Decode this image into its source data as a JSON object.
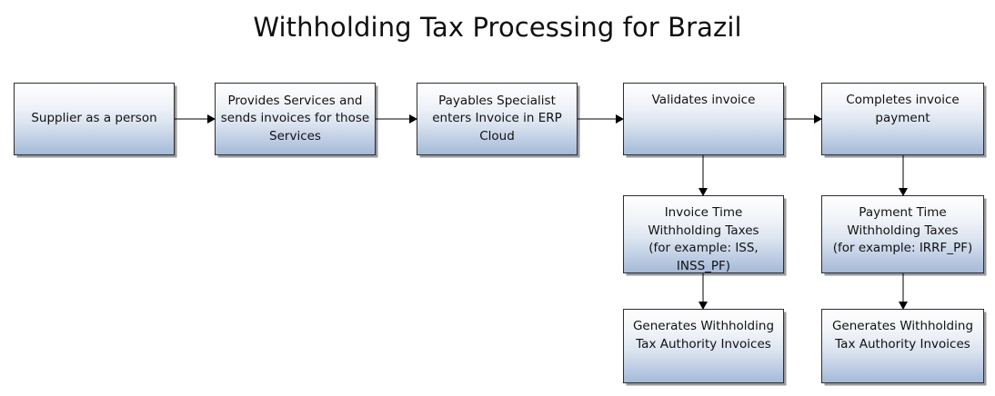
{
  "title": "Withholding Tax Processing for Brazil",
  "nodes": {
    "supplier": "Supplier as a person",
    "provides_services": "Provides Services and sends invoices for those Services",
    "payables_specialist": "Payables Specialist enters Invoice in ERP Cloud",
    "validates_invoice": "Validates invoice",
    "completes_payment": "Completes invoice payment",
    "invoice_time_taxes": "Invoice Time Withholding Taxes\n(for example: ISS, INSS_PF)",
    "payment_time_taxes": "Payment Time Withholding Taxes\n(for example: IRRF_PF)",
    "generates_invoices_left": "Generates Withholding Tax Authority Invoices",
    "generates_invoices_right": "Generates Withholding Tax Authority Invoices"
  },
  "colors": {
    "node_border": "#2e2e2e",
    "node_gradient_top": "#fdfdfe",
    "node_gradient_bottom": "#a6bad8",
    "connector": "#000000",
    "text": "#111111",
    "background": "#ffffff"
  }
}
